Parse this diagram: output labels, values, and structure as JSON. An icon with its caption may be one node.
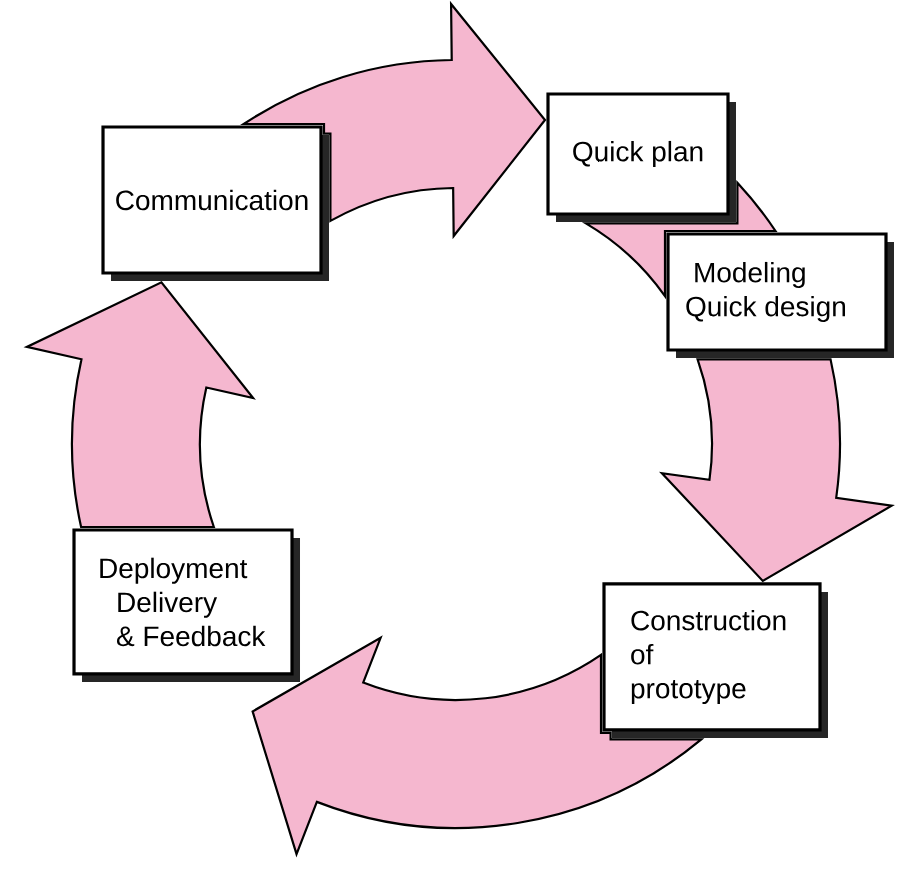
{
  "diagram": {
    "nodes": [
      {
        "text": [
          "Communication"
        ]
      },
      {
        "text": [
          "Quick plan"
        ]
      },
      {
        "text": [
          "Modeling Quick design"
        ]
      },
      {
        "text": [
          "Construction of prototype"
        ]
      },
      {
        "text": [
          "Deployment Delivery & Feedback"
        ]
      }
    ],
    "edges": [
      {
        "from": 0,
        "to": 1,
        "arrow": "to"
      },
      {
        "from": 1,
        "to": 2,
        "arrow": "none"
      },
      {
        "from": 2,
        "to": 3,
        "arrow": "to"
      },
      {
        "from": 3,
        "to": 4,
        "arrow": "to"
      },
      {
        "from": 4,
        "to": 0,
        "arrow": "to"
      }
    ]
  }
}
